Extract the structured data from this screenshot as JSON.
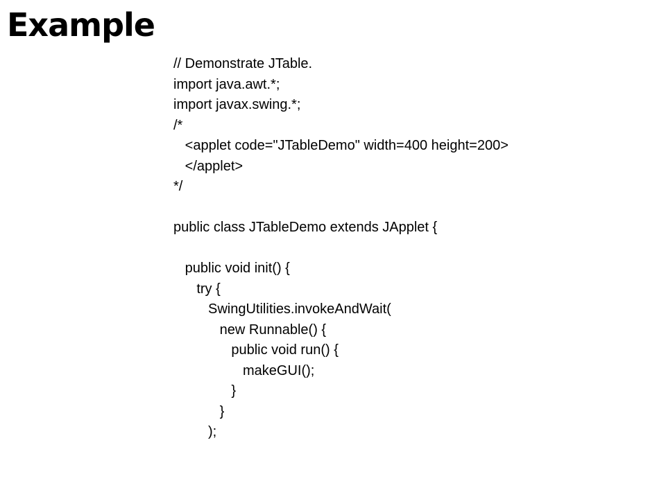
{
  "slide": {
    "title": "Example",
    "code_lines": [
      "// Demonstrate JTable.",
      "import java.awt.*;",
      "import javax.swing.*;",
      "/*",
      "   <applet code=\"JTableDemo\" width=400 height=200>",
      "   </applet>",
      "*/",
      "",
      "public class JTableDemo extends JApplet {",
      "",
      "   public void init() {",
      "      try {",
      "         SwingUtilities.invokeAndWait(",
      "            new Runnable() {",
      "               public void run() {",
      "                  makeGUI();",
      "               }",
      "            }",
      "         );"
    ]
  }
}
